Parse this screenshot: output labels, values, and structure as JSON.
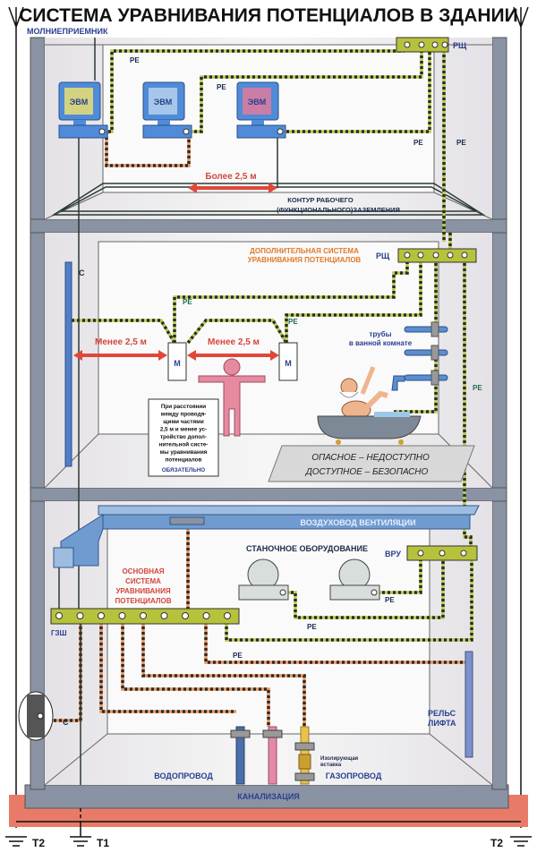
{
  "title": "СИСТЕМА УРАВНИВАНИЯ ПОТЕНЦИАЛОВ В ЗДАНИИ",
  "colors": {
    "wall": "#8a93a3",
    "room": "#f1eeee",
    "wire_green": "#b6c94a",
    "wire_dark": "#2b2b2b",
    "arrow": "#e0473a",
    "soil": "#e87b68",
    "bus": "#b7c23c",
    "pipe_blue": "#5b8ed0"
  },
  "floor1": {
    "lightning_label": "МОЛНИЕПРИЕМНИК",
    "panel_label": "РЩ",
    "computers": [
      "ЭВМ",
      "ЭВМ",
      "ЭВМ"
    ],
    "pe_labels": [
      "PE",
      "PE",
      "PE",
      "PE"
    ],
    "distance_label": "Более 2,5 м",
    "contour_label": [
      "КОНТУР РАБОЧЕГО",
      "(ФУНКЦИОНАЛЬНОГО)ЗАЗЕМЛЕНИЯ"
    ]
  },
  "floor2": {
    "system_label": [
      "ДОПОЛНИТЕЛЬНАЯ СИСТЕМА",
      "УРАВНИВАНИЯ ПОТЕНЦИАЛОВ"
    ],
    "panel_label": "РЩ",
    "column_label": "С",
    "pe_labels": [
      "PE",
      "PE",
      "PE"
    ],
    "distance_labels": [
      "Менее 2,5 м",
      "Менее 2,5 м"
    ],
    "device_labels": [
      "М",
      "М"
    ],
    "pipes_label": [
      "трубы",
      "в ванной комнате"
    ],
    "note_lines": [
      "При расстоянии",
      "между проводя-",
      "щими частями",
      "2,5 м и менее ус-",
      "тройство допол-",
      "нительной систе-",
      "мы уравнивания",
      "потенциалов"
    ],
    "note_emphasis": "ОБЯЗАТЕЛЬНО",
    "sign_lines": [
      "ОПАСНОЕ – НЕДОСТУПНО",
      "ДОСТУПНОЕ – БЕЗОПАСНО"
    ]
  },
  "floor3": {
    "duct_label": "ВОЗДУХОВОД ВЕНТИЛЯЦИИ",
    "machines_label": "СТАНОЧНОЕ ОБОРУДОВАНИЕ",
    "distribution_label": "ВРУ",
    "main_system_label": [
      "ОСНОВНАЯ",
      "СИСТЕМА",
      "УРАВНИВАНИЯ",
      "ПОТЕНЦИАЛОВ"
    ],
    "bus_label": "ГЗШ",
    "pe_labels": [
      "PE",
      "PE",
      "PE"
    ],
    "column_label": "С",
    "rail_label": [
      "РЕЛЬС",
      "ЛИФТА"
    ],
    "insulating_label": [
      "Изолирующая",
      "вставка"
    ],
    "water_label": "ВОДОПРОВОД",
    "gas_label": "ГАЗОПРОВОД",
    "sewer_label": "КАНАЛИЗАЦИЯ"
  },
  "grounds": [
    "Т2",
    "Т1",
    "Т2"
  ]
}
